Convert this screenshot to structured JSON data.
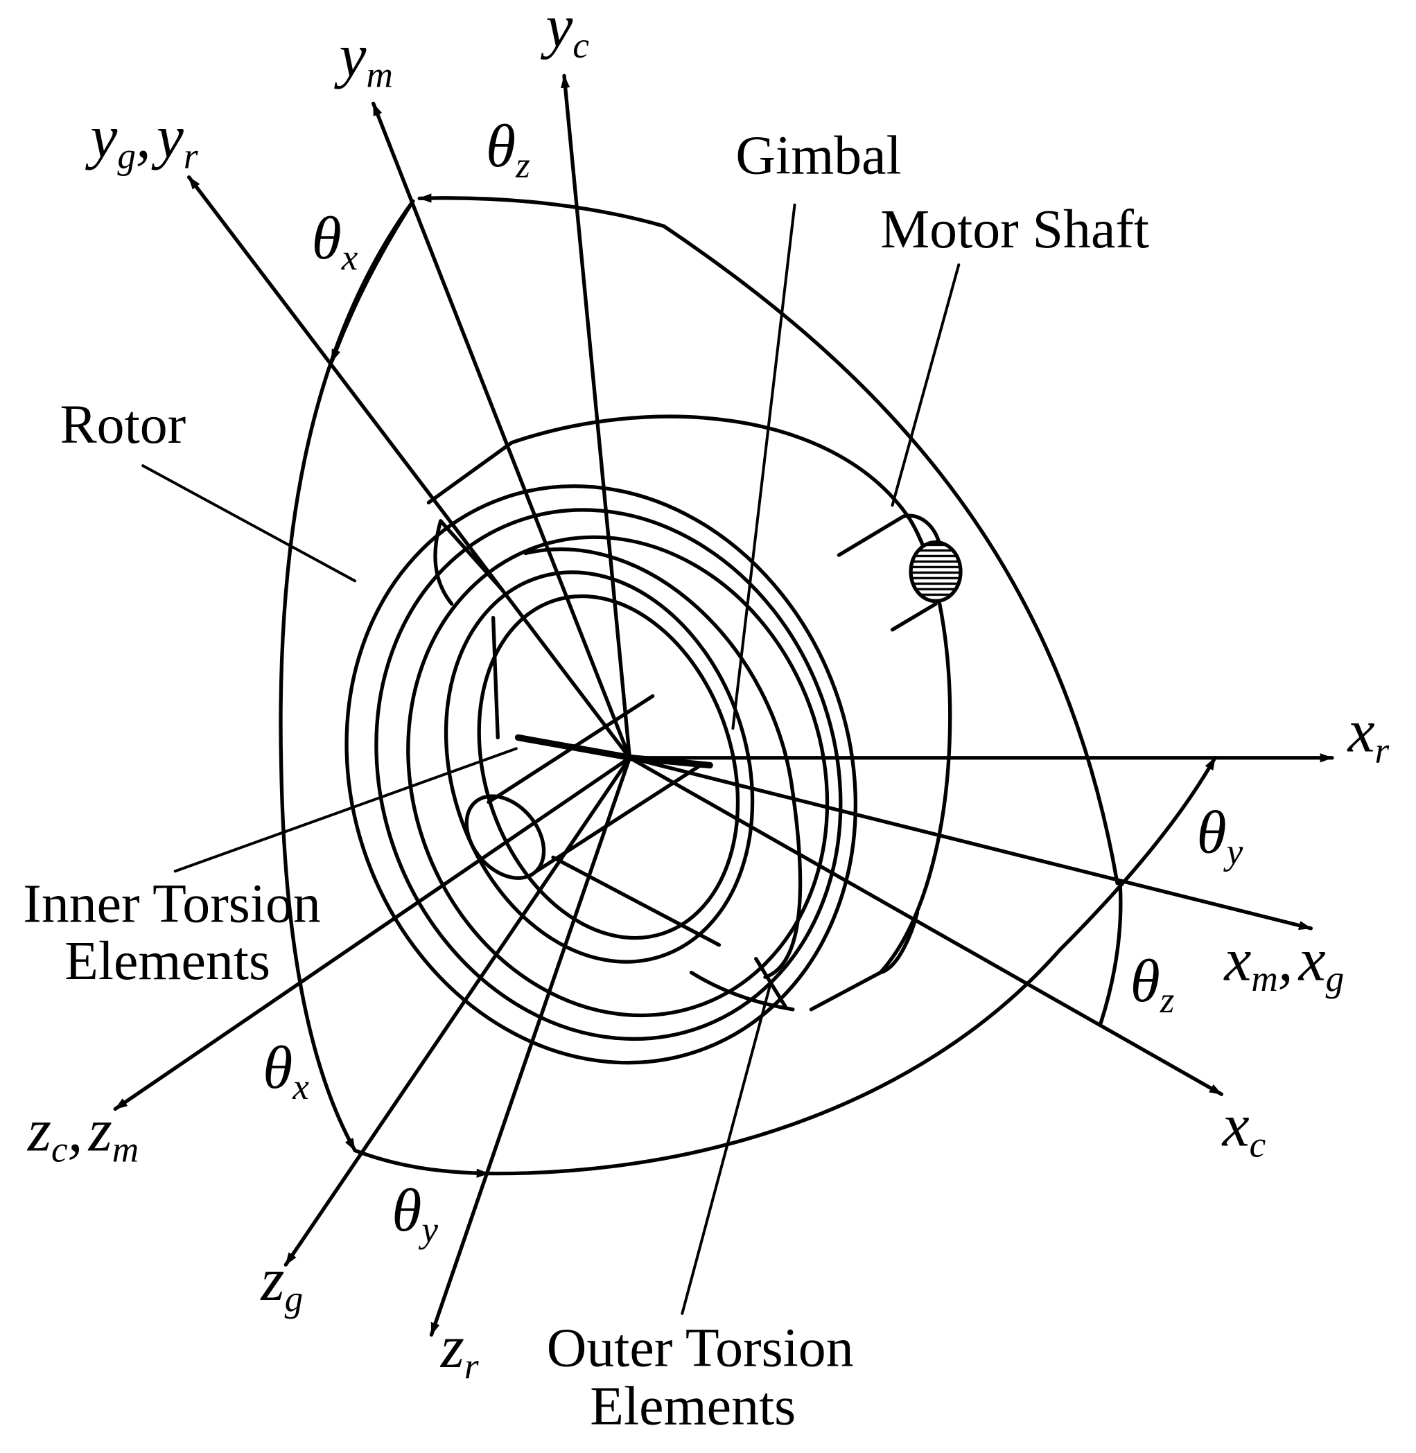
{
  "components": {
    "gimbal": "Gimbal",
    "motor_shaft": "Motor Shaft",
    "rotor": "Rotor",
    "inner_torsion_line1": "Inner Torsion",
    "inner_torsion_line2": "Elements",
    "outer_torsion_line1": "Outer Torsion",
    "outer_torsion_line2": "Elements"
  },
  "axes": {
    "yc": {
      "sym": "y",
      "sub": "c"
    },
    "ym": {
      "sym": "y",
      "sub": "m"
    },
    "yg_yr": {
      "sym1": "y",
      "sub1": "g",
      "sep": ",",
      "sym2": "y",
      "sub2": "r"
    },
    "xr": {
      "sym": "x",
      "sub": "r"
    },
    "xm_xg": {
      "sym1": "x",
      "sub1": "m",
      "sep": ",",
      "sym2": "x",
      "sub2": "g"
    },
    "xc": {
      "sym": "x",
      "sub": "c"
    },
    "zc_zm": {
      "sym1": "z",
      "sub1": "c",
      "sep": ",",
      "sym2": "z",
      "sub2": "m"
    },
    "zg": {
      "sym": "z",
      "sub": "g"
    },
    "zr": {
      "sym": "z",
      "sub": "r"
    }
  },
  "angles": {
    "theta_z_top": {
      "sym": "θ",
      "sub": "z"
    },
    "theta_x_top": {
      "sym": "θ",
      "sub": "x"
    },
    "theta_y_right": {
      "sym": "θ",
      "sub": "y"
    },
    "theta_z_right": {
      "sym": "θ",
      "sub": "z"
    },
    "theta_x_bottom": {
      "sym": "θ",
      "sub": "x"
    },
    "theta_y_bottom": {
      "sym": "θ",
      "sub": "y"
    }
  }
}
